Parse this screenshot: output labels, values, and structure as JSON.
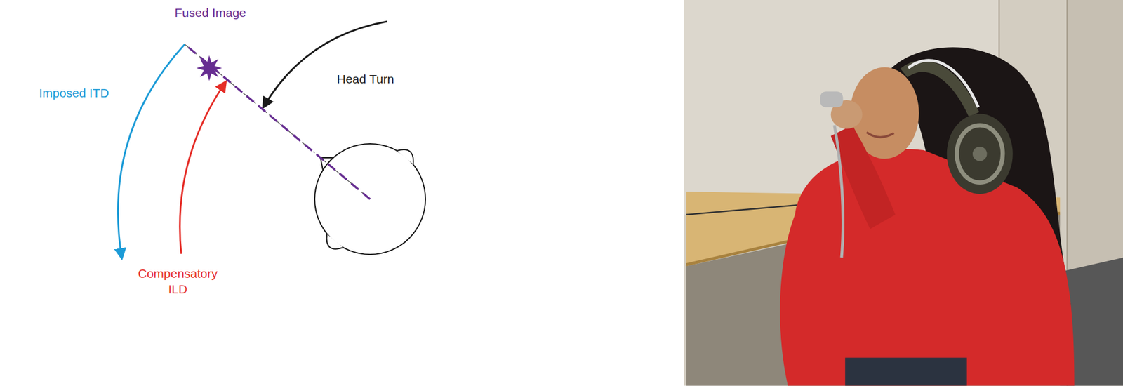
{
  "diagram": {
    "labels": [
      "Fused Image",
      "Head Turn",
      "Imposed ITD",
      "Compensatory ILD"
    ]
  }
}
